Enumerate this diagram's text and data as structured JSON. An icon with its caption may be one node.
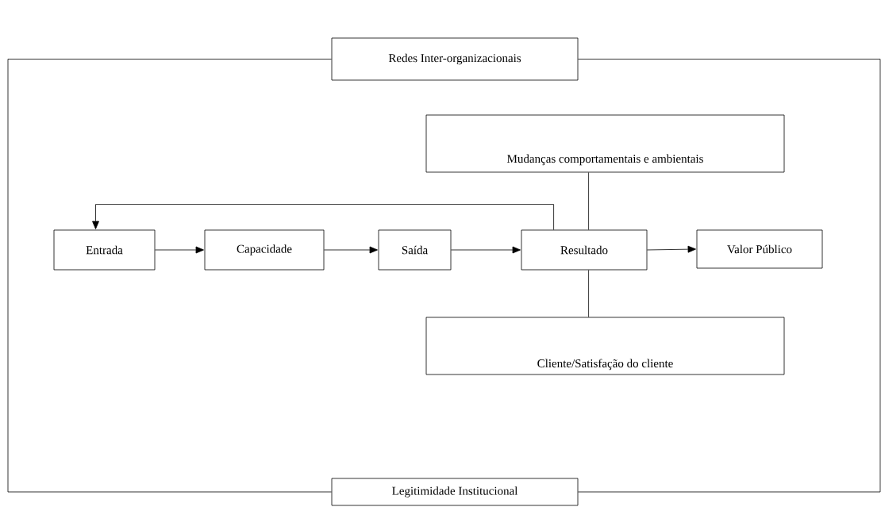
{
  "diagram": {
    "nodes": [
      {
        "text": [
          "Redes Inter-organizacionais"
        ]
      },
      {
        "text": [
          "Mudanças comportamentais e ambientais"
        ]
      },
      {
        "text": [
          "Entrada"
        ]
      },
      {
        "text": [
          "Capacidade"
        ]
      },
      {
        "text": [
          "Saída"
        ]
      },
      {
        "text": [
          "Resultado"
        ]
      },
      {
        "text": [
          "Valor Público"
        ]
      },
      {
        "text": [
          "Cliente/Satisfação do cliente"
        ]
      },
      {
        "text": [
          "Legitimidade Institucional"
        ]
      }
    ],
    "edges": [
      {
        "from": 2,
        "to": 3,
        "arrow": "to"
      },
      {
        "from": 3,
        "to": 4,
        "arrow": "to"
      },
      {
        "from": 4,
        "to": 5,
        "arrow": "to"
      },
      {
        "from": 5,
        "to": 6,
        "arrow": "to"
      },
      {
        "from": 5,
        "to": 2,
        "arrow": "to"
      },
      {
        "from": 5,
        "to": 1,
        "arrow": "none"
      },
      {
        "from": 5,
        "to": 7,
        "arrow": "none"
      },
      {
        "from": 0,
        "to": 8,
        "arrow": "none"
      },
      {
        "from": 0,
        "to": 8,
        "arrow": "none"
      }
    ]
  }
}
